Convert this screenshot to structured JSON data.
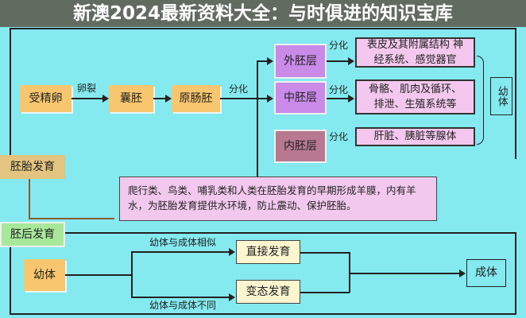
{
  "embryo": {
    "zygote": "受精卵",
    "cleavage": "卵裂",
    "blastula": "囊胚",
    "gastrula": "原肠胚",
    "differentiate": "分化",
    "ectoderm": "外胚层",
    "mesoderm": "中胚层",
    "endoderm": "内胚层",
    "ecto_out": "表皮及其附属结构 神经系统、感觉器官",
    "meso_out": "骨骼、肌肉及循环、 排泄、生殖系统等",
    "endo_out": "肝脏、胰脏等腺体",
    "juvenile": "幼体",
    "section_label": "胚胎发育",
    "note": "爬行类、鸟类、哺乳类和人类在胚胎发育的早期形成羊膜，内有羊水，为胚胎发育提供水环境，防止震动、保护胚胎。"
  },
  "postembryo": {
    "section_label": "胚后发育",
    "juvenile": "幼体",
    "similar": "幼体与成体相似",
    "different": "幼体与成体不同",
    "direct": "直接发育",
    "metamorphosis": "变态发育",
    "adult": "成体"
  },
  "overlay_title": "新澳2024最新资料大全：与时俱进的知识宝库"
}
